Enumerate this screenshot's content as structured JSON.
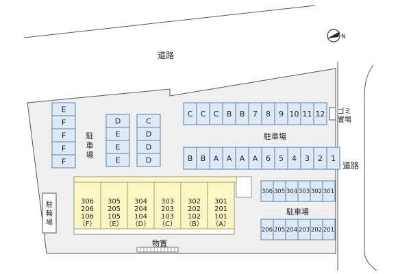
{
  "map": {
    "colors": {
      "site_fill": "#efefef",
      "parking_fill": "#dde9f5",
      "parking_stroke": "#5a7fa8",
      "building_fill": "#fff6c4",
      "building_stroke": "#9a9a7a",
      "line": "#555555"
    },
    "roads": {
      "top": "道路",
      "right": "道路"
    },
    "labels": {
      "parking_left": "駐車場",
      "parking_top_right": "駐車場",
      "parking_bottom_right": "駐車場",
      "bicycle": "駐輪場",
      "storage": "物置",
      "garbage": "ゴミ置場"
    },
    "north_icon": "north-arrow-icon",
    "parking": {
      "left_col_a": [
        "E",
        "F",
        "F",
        "F",
        "F"
      ],
      "left_col_b": [
        "D",
        "E",
        "E",
        "E"
      ],
      "left_col_c": [
        "C",
        "D",
        "D",
        "D"
      ],
      "top_row": [
        "C",
        "C",
        "C",
        "B",
        "B",
        "7",
        "8",
        "9",
        "10",
        "11",
        "12"
      ],
      "mid_row": [
        "B",
        "B",
        "A",
        "A",
        "A",
        "A",
        "6",
        "5",
        "4",
        "3",
        "2",
        "1"
      ],
      "right_row_1": [
        "306",
        "305",
        "304",
        "303",
        "302",
        "301"
      ],
      "right_row_2": [
        "206",
        "205",
        "204",
        "203",
        "202",
        "201"
      ]
    },
    "units": [
      {
        "r3": "306",
        "r2": "206",
        "r1": "106",
        "tag": "（F）"
      },
      {
        "r3": "305",
        "r2": "205",
        "r1": "105",
        "tag": "（E）"
      },
      {
        "r3": "304",
        "r2": "204",
        "r1": "104",
        "tag": "（D）"
      },
      {
        "r3": "303",
        "r2": "203",
        "r1": "103",
        "tag": "（C）"
      },
      {
        "r3": "302",
        "r2": "202",
        "r1": "102",
        "tag": "（B）"
      },
      {
        "r3": "301",
        "r2": "201",
        "r1": "101",
        "tag": "（A）"
      }
    ]
  }
}
